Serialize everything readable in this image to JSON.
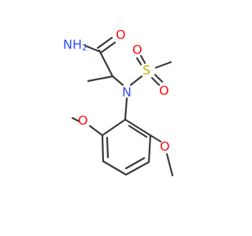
{
  "colors": {
    "carbon": "#3a3a3a",
    "oxygen": "#ff0d0d",
    "nitrogen": "#3050f8",
    "sulfur": "#c8b400",
    "background": "#ffffff"
  },
  "atoms": {
    "amide_n": "NH",
    "amide_n_sub": "2",
    "amide_o": "O",
    "sulfonamide_n": "N",
    "sulfur": "S",
    "sulfonyl_o_left": "O",
    "sulfonyl_o_right": "O",
    "methoxy_o_top": "O",
    "methoxy_o_right": "O"
  }
}
